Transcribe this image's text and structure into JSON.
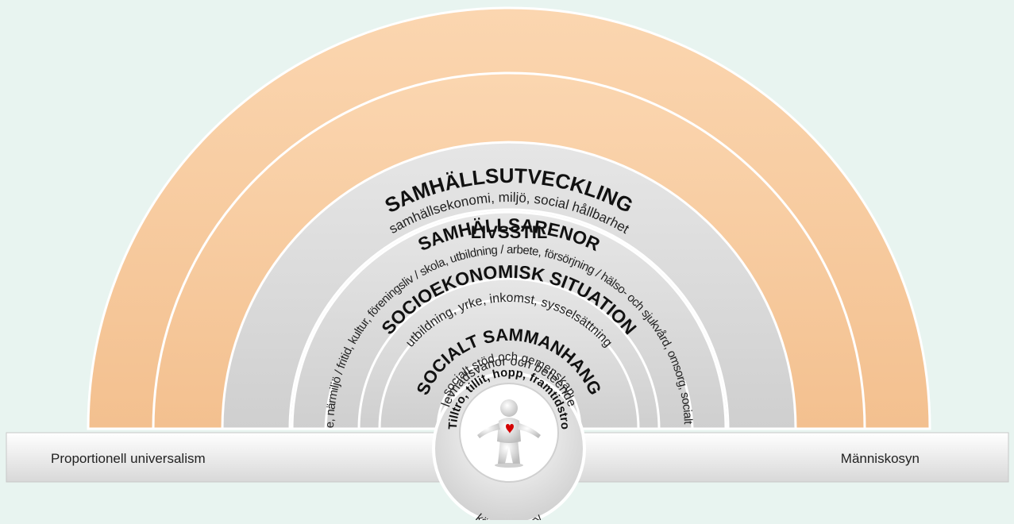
{
  "layers": [
    {
      "title": "SAMHÄLLSUTVECKLING",
      "subtitle": "samhällsekonomi, miljö, social hållbarhet",
      "color": "#f7cba0"
    },
    {
      "title": "SAMHÄLLSARENOR",
      "subtitle": "boende, närmiljö / fritid, kultur, föreningsliv / skola, utbildning / arbete, försörjning / hälso- och sjukvård, omsorg, socialt arbete",
      "color": "#f7cba0"
    },
    {
      "title": "SOCIOEKONOMISK SITUATION",
      "subtitle": "utbildning, yrke, inkomst, sysselsättning",
      "color": "#d9d9d9"
    },
    {
      "title": "LIVSSTIL",
      "subtitle": "levnadsvanor och beteende",
      "color": "#d9d9d9"
    },
    {
      "title": "SOCIALT SAMMANHANG",
      "subtitle": "socialt stöd och gemenskap",
      "color": "#d9d9d9"
    },
    {
      "title": "Tilltro, tillit, hopp, framtidstro",
      "subtitle": "",
      "color": "#d9d9d9"
    }
  ],
  "core": {
    "label": "kön, ålder, arv",
    "heart_color": "#d40000"
  },
  "base": {
    "left_label": "Proportionell universalism",
    "right_label": "Människosyn"
  }
}
